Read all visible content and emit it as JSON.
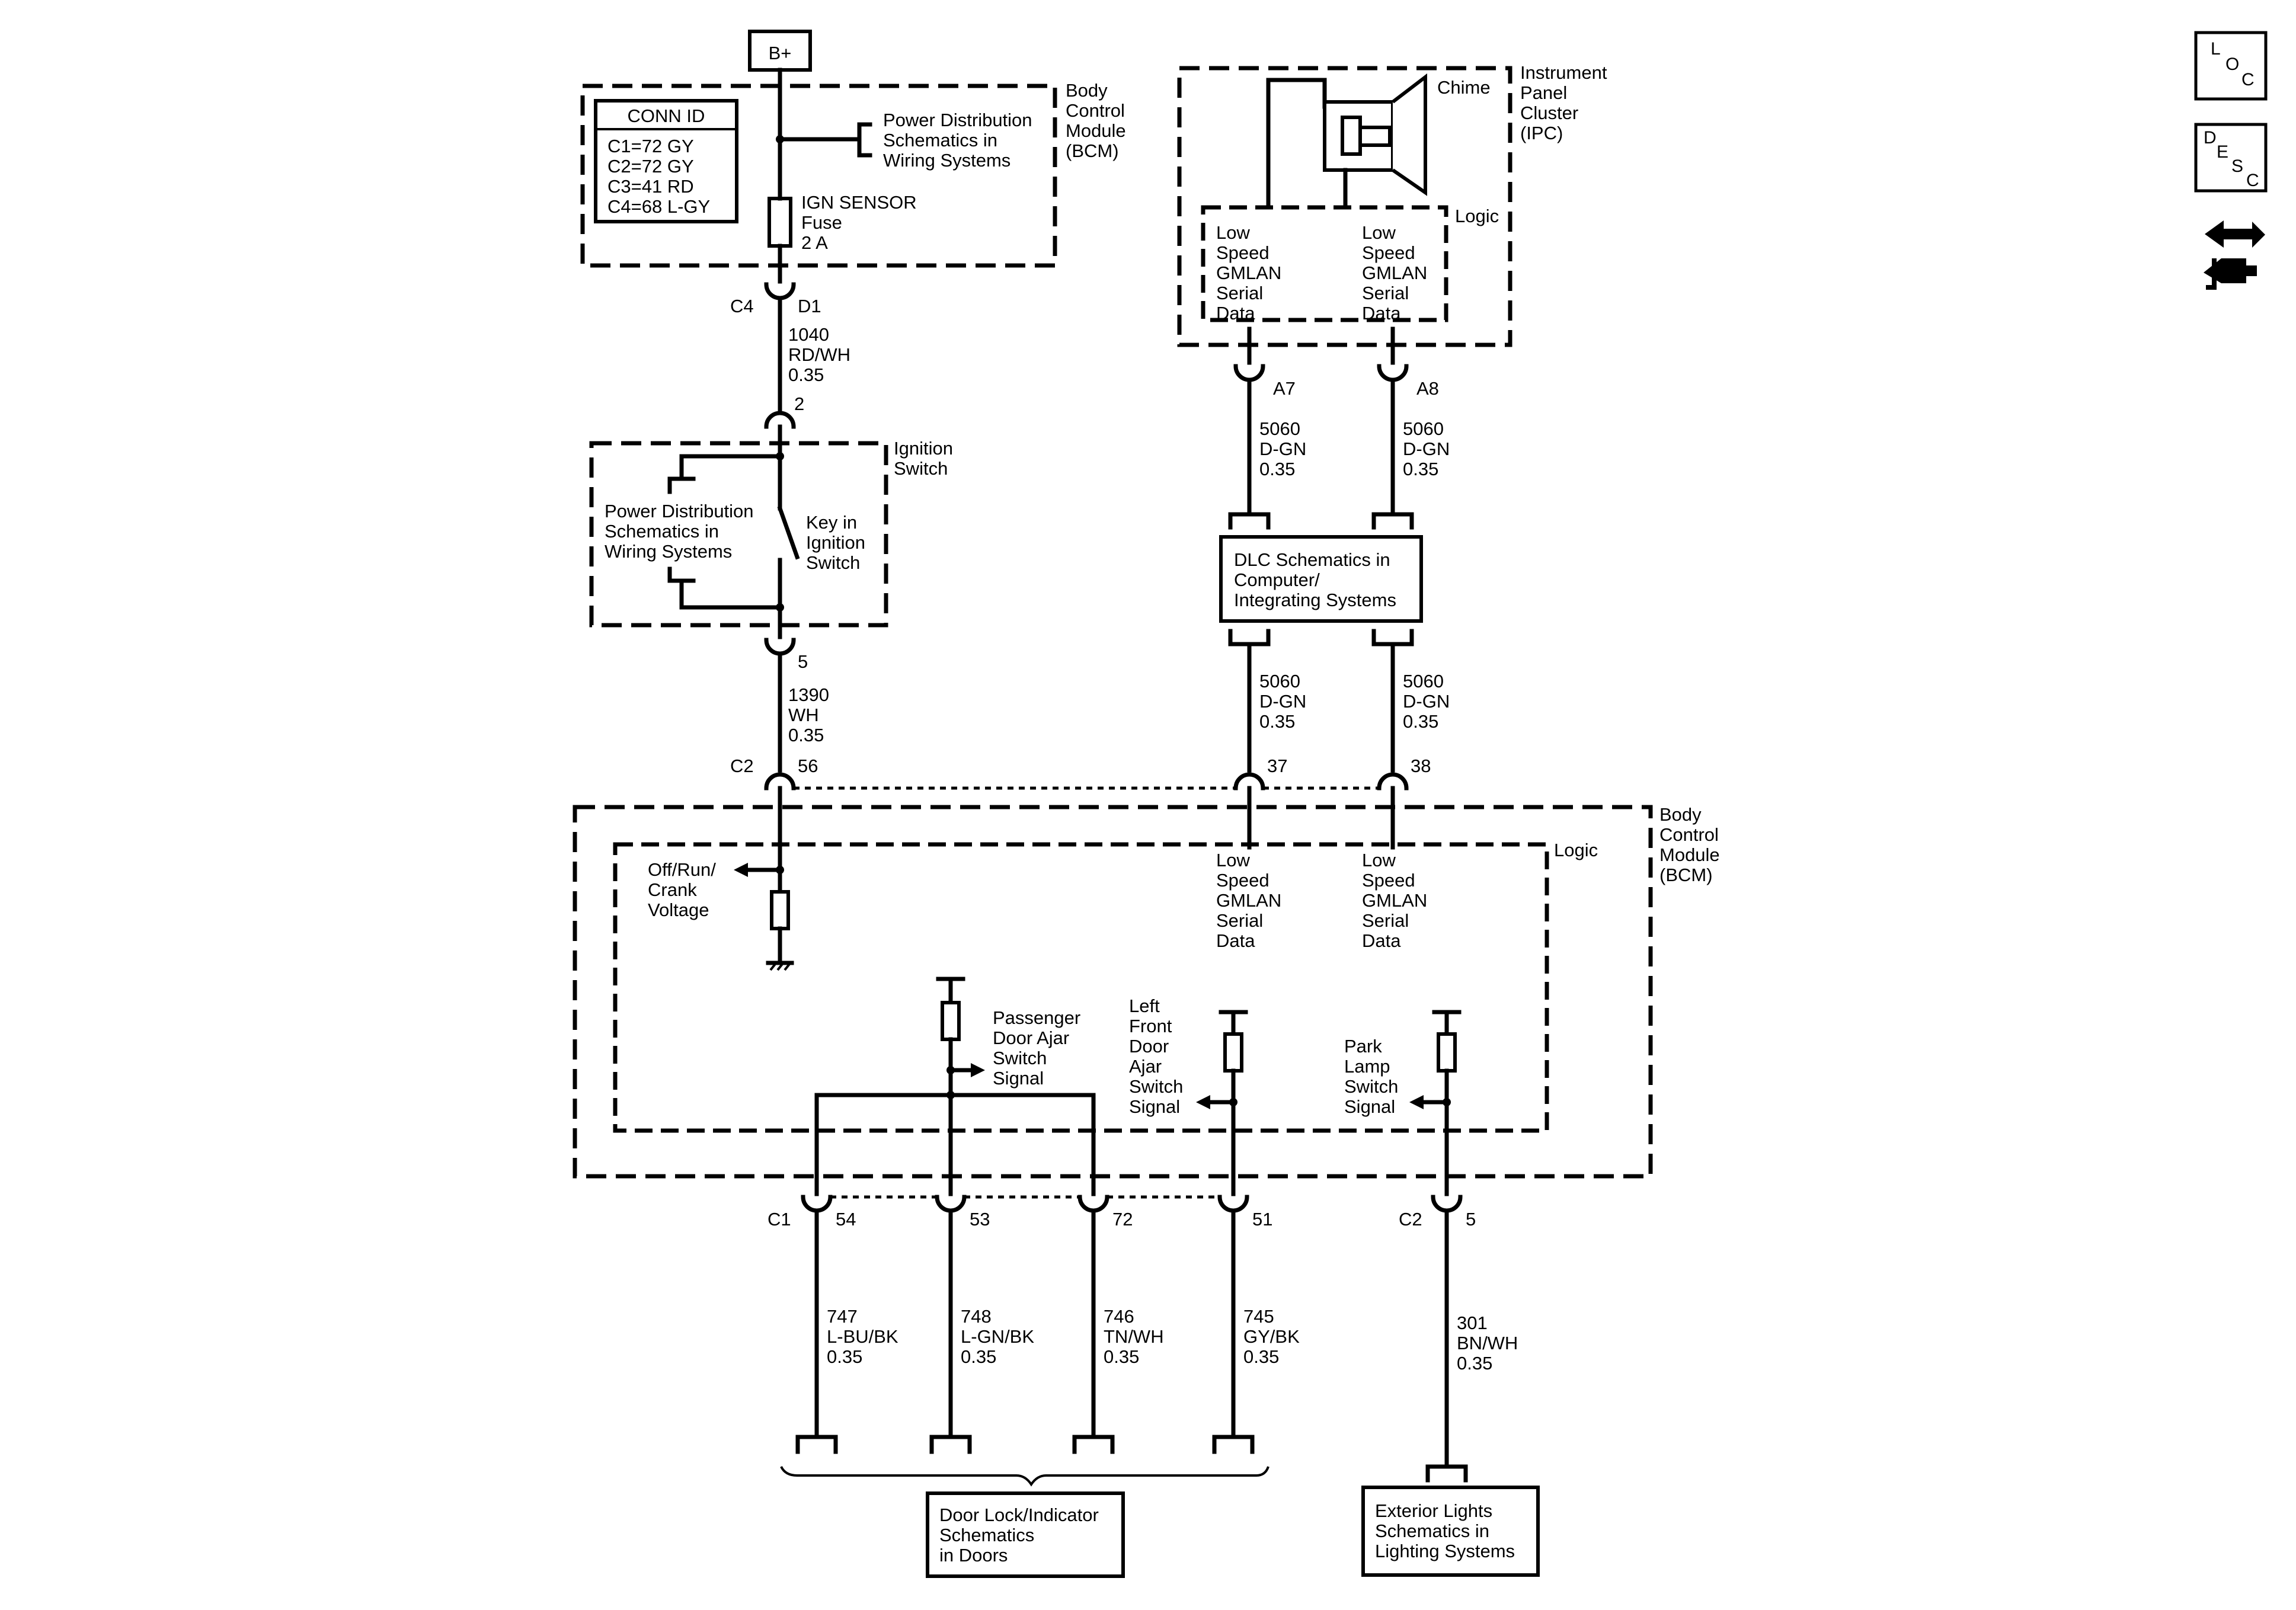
{
  "header": {
    "b_plus": "B+",
    "loc_icon_letters": [
      "L",
      "O",
      "C"
    ],
    "desc_icon_letters": [
      "D",
      "E",
      "S",
      "C"
    ]
  },
  "conn_id": {
    "title": "CONN ID",
    "lines": [
      "C1=72 GY",
      "C2=72 GY",
      "C3=41 RD",
      "C4=68 L-GY"
    ]
  },
  "bcm_top": {
    "label_lines": [
      "Body",
      "Control",
      "Module",
      "(BCM)"
    ],
    "power_dist_lines": [
      "Power Distribution",
      "Schematics in",
      "Wiring Systems"
    ],
    "fuse_lines": [
      "IGN SENSOR",
      "Fuse",
      "2 A"
    ],
    "connector_left": "C4",
    "connector_pin": "D1"
  },
  "wire_1040": [
    "1040",
    "RD/WH",
    "0.35"
  ],
  "ignition_switch": {
    "pin_top": "2",
    "label_lines": [
      "Ignition",
      "Switch"
    ],
    "power_dist_lines": [
      "Power Distribution",
      "Schematics in",
      "Wiring Systems"
    ],
    "key_lines": [
      "Key in",
      "Ignition",
      "Switch"
    ],
    "pin_bottom": "5"
  },
  "wire_1390": [
    "1390",
    "WH",
    "0.35"
  ],
  "ipc": {
    "label_lines": [
      "Instrument",
      "Panel",
      "Cluster",
      "(IPC)"
    ],
    "chime": "Chime",
    "logic": "Logic",
    "data_left": [
      "Low",
      "Speed",
      "GMLAN",
      "Serial",
      "Data"
    ],
    "data_right": [
      "Low",
      "Speed",
      "GMLAN",
      "Serial",
      "Data"
    ],
    "pin_left": "A7",
    "pin_right": "A8"
  },
  "wire_5060": [
    "5060",
    "D-GN",
    "0.35"
  ],
  "dlc_lines": [
    "DLC Schematics in",
    "Computer/",
    "Integrating Systems"
  ],
  "bcm_bottom": {
    "label_lines": [
      "Body",
      "Control",
      "Module",
      "(BCM)"
    ],
    "logic": "Logic",
    "connector_c2": "C2",
    "pins_top": [
      "56",
      "37",
      "38"
    ],
    "off_run_crank": [
      "Off/Run/",
      "Crank",
      "Voltage"
    ],
    "data_left": [
      "Low",
      "Speed",
      "GMLAN",
      "Serial",
      "Data"
    ],
    "data_right": [
      "Low",
      "Speed",
      "GMLAN",
      "Serial",
      "Data"
    ],
    "passenger_door": [
      "Passenger",
      "Door Ajar",
      "Switch",
      "Signal"
    ],
    "left_front_door": [
      "Left",
      "Front",
      "Door",
      "Ajar",
      "Switch",
      "Signal"
    ],
    "park_lamp": [
      "Park",
      "Lamp",
      "Switch",
      "Signal"
    ],
    "connector_c1": "C1",
    "pins_bottom": [
      "54",
      "53",
      "72",
      "51"
    ],
    "connector_c2_bottom": "C2",
    "pin_c2_bottom": "5"
  },
  "bottom_wires": [
    [
      "747",
      "L-BU/BK",
      "0.35"
    ],
    [
      "748",
      "L-GN/BK",
      "0.35"
    ],
    [
      "746",
      "TN/WH",
      "0.35"
    ],
    [
      "745",
      "GY/BK",
      "0.35"
    ],
    [
      "301",
      "BN/WH",
      "0.35"
    ]
  ],
  "door_lock_lines": [
    "Door Lock/Indicator",
    "Schematics",
    "in Doors"
  ],
  "exterior_lights_lines": [
    "Exterior Lights",
    "Schematics in",
    "Lighting Systems"
  ]
}
